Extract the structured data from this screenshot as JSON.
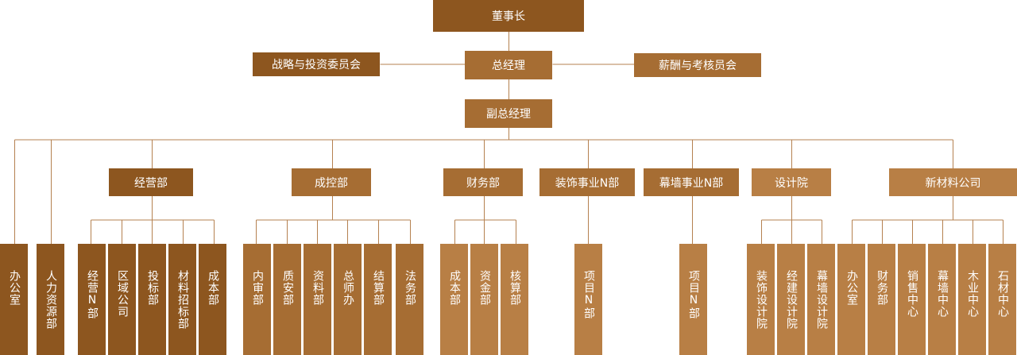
{
  "colors": {
    "dark": "#8d561f",
    "mid": "#a66d33",
    "light": "#b87f45",
    "line": "#b58150"
  },
  "top": {
    "chairman": "董事长",
    "strategy_committee": "战略与投资委员会",
    "general_manager": "总经理",
    "salary_committee": "薪酬与考核员会",
    "deputy_gm": "副总经理"
  },
  "departments": [
    {
      "id": "office",
      "label": "办公室"
    },
    {
      "id": "hr",
      "label": "人力资源部"
    },
    {
      "id": "operations",
      "label": "经营部",
      "children": [
        "经营N部",
        "区域公司",
        "投标部",
        "材料招标部",
        "成本部"
      ]
    },
    {
      "id": "cost-control",
      "label": "成控部",
      "children": [
        "内审部",
        "质安部",
        "资料部",
        "总师办",
        "结算部",
        "法务部"
      ]
    },
    {
      "id": "finance",
      "label": "财务部",
      "children": [
        "成本部",
        "资金部",
        "核算部"
      ]
    },
    {
      "id": "decoration",
      "label": "装饰事业N部",
      "children": [
        "项目N部"
      ]
    },
    {
      "id": "curtain-wall",
      "label": "幕墙事业N部",
      "children": [
        "项目N部"
      ]
    },
    {
      "id": "design",
      "label": "设计院",
      "children": [
        "装饰设计院",
        "经建设计院",
        "幕墙设计院"
      ]
    },
    {
      "id": "new-materials",
      "label": "新材料公司",
      "children": [
        "办公室",
        "财务部",
        "销售中心",
        "幕墙中心",
        "木业中心",
        "石材中心"
      ]
    }
  ]
}
